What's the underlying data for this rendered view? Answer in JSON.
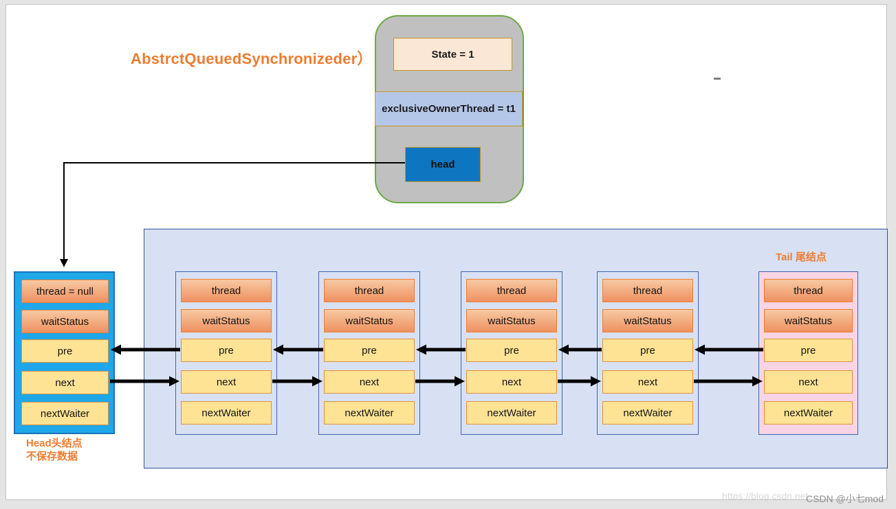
{
  "title": "AbstrctQueuedSynchronizeder）",
  "aqs_box": {
    "state_label": "State = 1",
    "owner_label": "exclusiveOwnerThread = t1",
    "head_label": "head"
  },
  "head_node": {
    "rows": [
      "thread = null",
      "waitStatus",
      "pre",
      "next",
      "nextWaiter"
    ],
    "note_line1": "Head头结点",
    "note_line2": "不保存数据"
  },
  "queue": {
    "tail_label": "Tail 尾结点",
    "rows": [
      "thread",
      "waitStatus",
      "pre",
      "next",
      "nextWaiter"
    ],
    "node_count": 5
  },
  "watermark": {
    "url_text": "https://blog.csdn.net",
    "handle_text": "CSDN @小七mod"
  },
  "colors": {
    "accent_orange": "#ED7D31",
    "aqs_fill": "#C0C0C0",
    "aqs_border_green": "#6CA945",
    "gold_border": "#C69323",
    "state_fill": "#FBE7D6",
    "owner_fill": "#B5C7E8",
    "head_fill": "#0E76C1",
    "panel_fill": "#D8E1F3",
    "panel_border": "#2F5597",
    "head_node_fill": "#1EA7E9",
    "tail_node_fill": "#F8D4E4",
    "salmon_row": "#EF9160",
    "yellow_row": "#FFE395",
    "arrow": "#000000"
  }
}
